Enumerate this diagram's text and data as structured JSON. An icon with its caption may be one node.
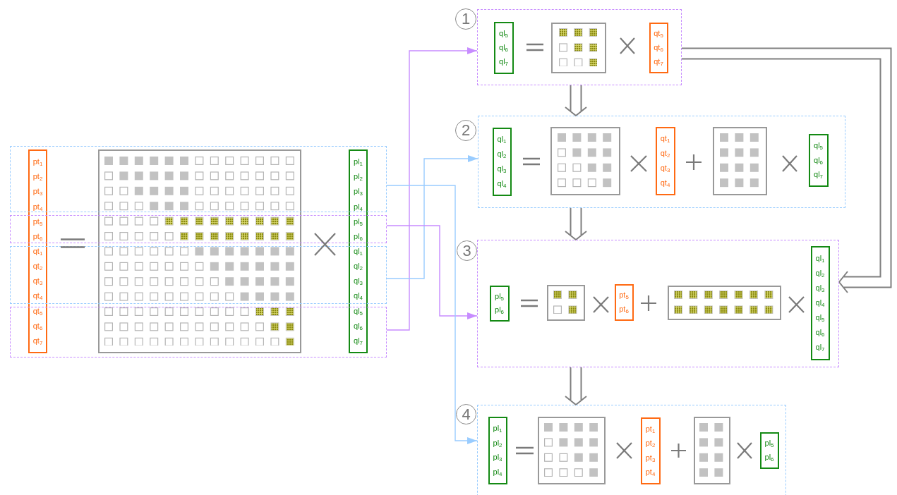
{
  "diagram": {
    "nodes": [
      {
        "text": [
          "pt$_{1}$",
          "pt$_{2}$",
          "pt$_{3}$",
          "pt$_{4}$",
          "pt$_{5}$",
          "pt$_{6}$",
          "qt$_{1}$",
          "qt$_{2}$",
          "qt$_{3}$",
          "qt$_{4}$",
          "qt$_{5}$",
          "qt$_{6}$",
          "qt$_{7}$"
        ]
      },
      {
        "text": [],
        "shape": "box"
      },
      {
        "text": [
          "pl$_{1}$",
          "pl$_{2}$",
          "pl$_{3}$",
          "pl$_{4}$",
          "pl$_{5}$",
          "pl$_{6}$",
          "ql$_{1}$",
          "ql$_{2}$",
          "ql$_{3}$",
          "ql$_{4}$",
          "ql$_{5}$",
          "ql$_{6}$",
          "ql$_{7}$"
        ]
      },
      {
        "text": [],
        "shape": "box"
      },
      {
        "text": [],
        "shape": "box"
      },
      {
        "text": [],
        "shape": "box"
      },
      {
        "text": [],
        "shape": "box"
      },
      {
        "text": [
          "1"
        ]
      },
      {
        "text": [],
        "shape": "box"
      },
      {
        "text": [
          "ql$_{5}$",
          "ql$_{6}$",
          "ql$_{7}$"
        ],
        "in": 8
      },
      {
        "text": [],
        "shape": "box",
        "in": 8
      },
      {
        "text": [
          "qt$_{5}$",
          "qt$_{6}$",
          "qt$_{7}$"
        ],
        "in": 8
      },
      {
        "text": [
          "2"
        ]
      },
      {
        "text": [],
        "shape": "box"
      },
      {
        "text": [
          "ql$_{1}$",
          "ql$_{2}$",
          "ql$_{3}$",
          "ql$_{4}$"
        ],
        "in": 13
      },
      {
        "text": [],
        "shape": "box",
        "in": 13
      },
      {
        "text": [
          "qt$_{1}$",
          "qt$_{2}$",
          "qt$_{3}$",
          "qt$_{4}$"
        ],
        "in": 13
      },
      {
        "text": [],
        "shape": "box",
        "in": 13
      },
      {
        "text": [
          "ql$_{5}$",
          "ql$_{6}$",
          "ql$_{7}$"
        ],
        "in": 13
      },
      {
        "text": [
          "3"
        ]
      },
      {
        "text": [],
        "shape": "box"
      },
      {
        "text": [
          "pl$_{5}$",
          "pl$_{6}$"
        ],
        "in": 20
      },
      {
        "text": [],
        "shape": "box",
        "in": 20
      },
      {
        "text": [
          "pt$_{5}$",
          "pt$_{6}$"
        ],
        "in": 20
      },
      {
        "text": [],
        "shape": "box",
        "in": 20
      },
      {
        "text": [
          "ql$_{1}$",
          "ql$_{2}$",
          "ql$_{3}$",
          "ql$_{4}$",
          "ql$_{5}$",
          "ql$_{6}$",
          "ql$_{7}$"
        ],
        "in": 20
      },
      {
        "text": [
          "4"
        ]
      },
      {
        "text": [],
        "shape": "box"
      },
      {
        "text": [
          "pl$_{1}$",
          "pl$_{2}$",
          "pl$_{3}$",
          "pl$_{4}$"
        ],
        "in": 27
      },
      {
        "text": [],
        "shape": "box",
        "in": 27
      },
      {
        "text": [
          "pt$_{1}$",
          "pt$_{2}$",
          "pt$_{3}$",
          "pt$_{4}$"
        ],
        "in": 27
      },
      {
        "text": [],
        "shape": "box",
        "in": 27
      },
      {
        "text": [
          "pl$_{5}$",
          "pl$_{6}$"
        ],
        "in": 27
      }
    ],
    "edges": [
      {
        "from": 6,
        "to": 8,
        "arrow": "to",
        "color": "#c78cff"
      },
      {
        "from": 5,
        "to": 13,
        "arrow": "to",
        "color": "#99ccff"
      },
      {
        "from": 4,
        "to": 20,
        "arrow": "to",
        "color": "#c78cff"
      },
      {
        "from": 3,
        "to": 27,
        "arrow": "to",
        "color": "#99ccff"
      },
      {
        "from": 8,
        "to": 13,
        "arrow": "to",
        "style": "thick",
        "color": "#7f7f7f"
      },
      {
        "from": 13,
        "to": 20,
        "arrow": "to",
        "style": "thick",
        "color": "#7f7f7f"
      },
      {
        "from": 20,
        "to": 27,
        "arrow": "to",
        "style": "thick",
        "color": "#7f7f7f"
      },
      {
        "from": 8,
        "to": 20,
        "arrow": "to",
        "style": "thick",
        "color": "#7f7f7f"
      }
    ]
  }
}
